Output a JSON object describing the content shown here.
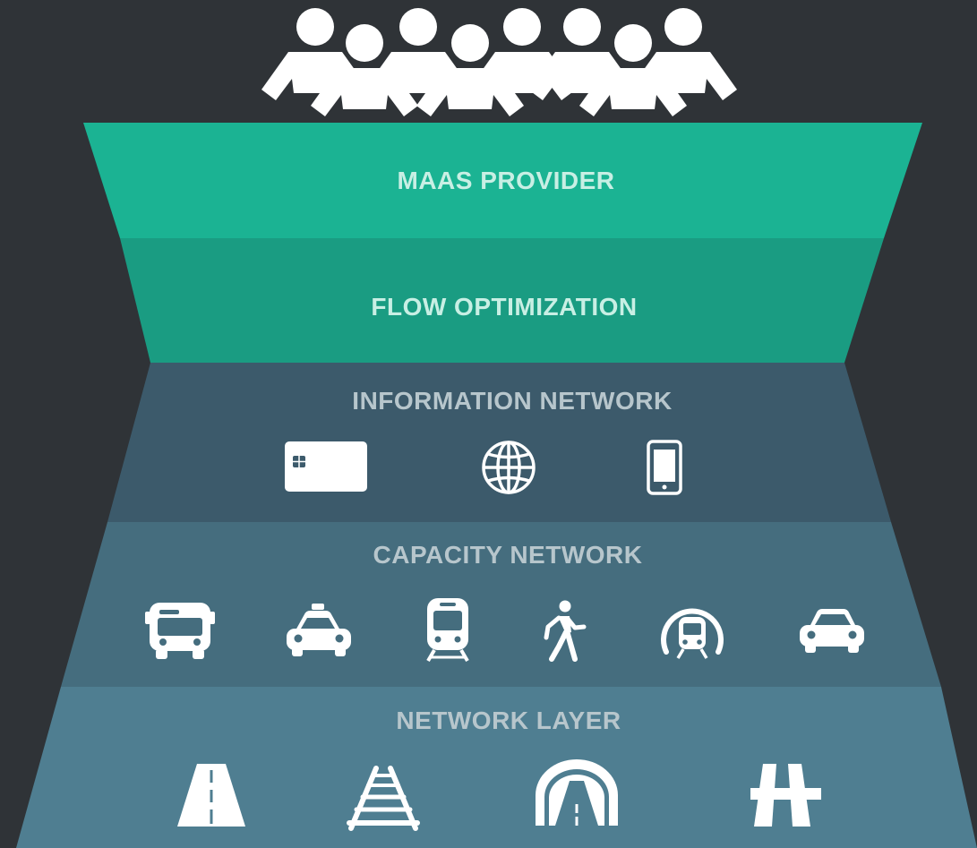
{
  "colors": {
    "background": "#2f3337",
    "maas_provider": "#1bb393",
    "flow_optimization": "#1a9c82",
    "information_network": "#3c5a6b",
    "capacity_network": "#456d7e",
    "network_layer": "#4f7e91",
    "title_green": "#c8efe4",
    "title_blue": "#b7c6cc",
    "icon": "#ffffff"
  },
  "users": {
    "icon": "people-group-icon",
    "count": 8
  },
  "layers": [
    {
      "id": "maas-provider",
      "title": "MAAS PROVIDER",
      "icons": []
    },
    {
      "id": "flow-optimization",
      "title": "FLOW OPTIMIZATION",
      "icons": []
    },
    {
      "id": "information-network",
      "title": "INFORMATION NETWORK",
      "icons": [
        "payment-card-icon",
        "globe-icon",
        "smartphone-icon"
      ]
    },
    {
      "id": "capacity-network",
      "title": "CAPACITY NETWORK",
      "icons": [
        "bus-icon",
        "taxi-icon",
        "train-icon",
        "pedestrian-icon",
        "metro-icon",
        "car-icon"
      ]
    },
    {
      "id": "network-layer",
      "title": "NETWORK LAYER",
      "icons": [
        "road-icon",
        "railway-icon",
        "tunnel-icon",
        "highway-icon"
      ]
    }
  ]
}
